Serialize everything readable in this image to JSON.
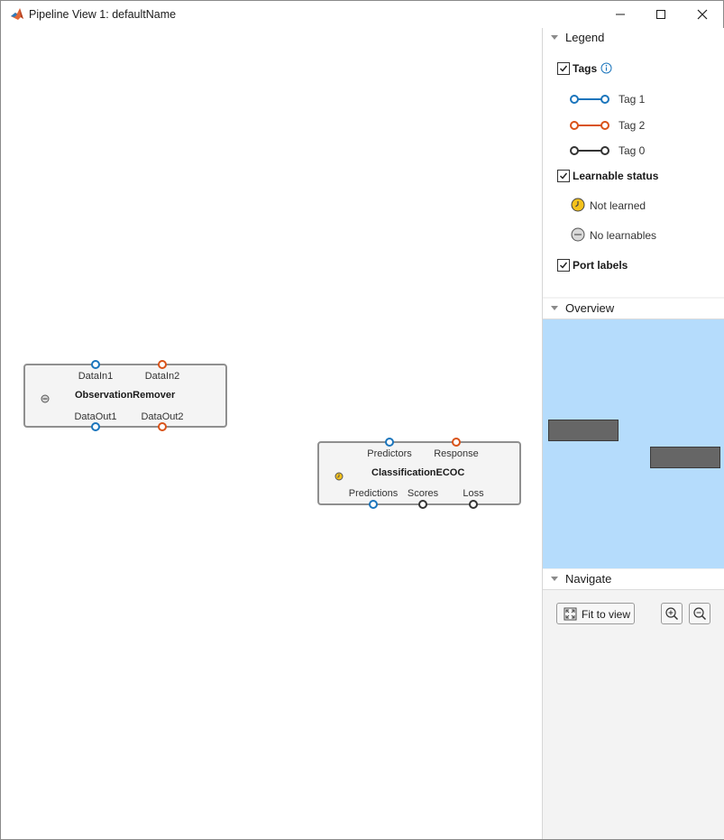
{
  "window": {
    "title": "Pipeline View 1: defaultName",
    "controls": [
      "minimize-icon",
      "maximize-icon",
      "close-icon"
    ]
  },
  "canvas": {
    "nodes": [
      {
        "name": "ObservationRemover",
        "status": "no-learnables",
        "inputs": [
          {
            "label": "DataIn1",
            "tag": "Tag 1"
          },
          {
            "label": "DataIn2",
            "tag": "Tag 2"
          }
        ],
        "outputs": [
          {
            "label": "DataOut1",
            "tag": "Tag 1"
          },
          {
            "label": "DataOut2",
            "tag": "Tag 2"
          }
        ]
      },
      {
        "name": "ClassificationECOC",
        "status": "not-learned",
        "inputs": [
          {
            "label": "Predictors",
            "tag": "Tag 1"
          },
          {
            "label": "Response",
            "tag": "Tag 2"
          }
        ],
        "outputs": [
          {
            "label": "Predictions",
            "tag": "Tag 1"
          },
          {
            "label": "Scores",
            "tag": "Tag 0"
          },
          {
            "label": "Loss",
            "tag": "Tag 0"
          }
        ]
      }
    ]
  },
  "sidepanel": {
    "legend": {
      "header": "Legend",
      "tags": {
        "label": "Tags",
        "checked": true,
        "info_icon": "info-icon",
        "items": [
          {
            "label": "Tag 1",
            "color": "#1b75bc"
          },
          {
            "label": "Tag 2",
            "color": "#d95319"
          },
          {
            "label": "Tag 0",
            "color": "#333333"
          }
        ]
      },
      "learnable_status": {
        "label": "Learnable status",
        "checked": true,
        "items": [
          {
            "label": "Not learned",
            "icon": "clock-icon"
          },
          {
            "label": "No learnables",
            "icon": "minus-circle-icon"
          }
        ]
      },
      "port_labels": {
        "label": "Port labels",
        "checked": true
      }
    },
    "overview": {
      "header": "Overview",
      "background": "#b5dcfc"
    },
    "navigate": {
      "header": "Navigate",
      "fit_label": "Fit to view",
      "zoom_in_icon": "zoom-in-icon",
      "zoom_out_icon": "zoom-out-icon"
    }
  }
}
